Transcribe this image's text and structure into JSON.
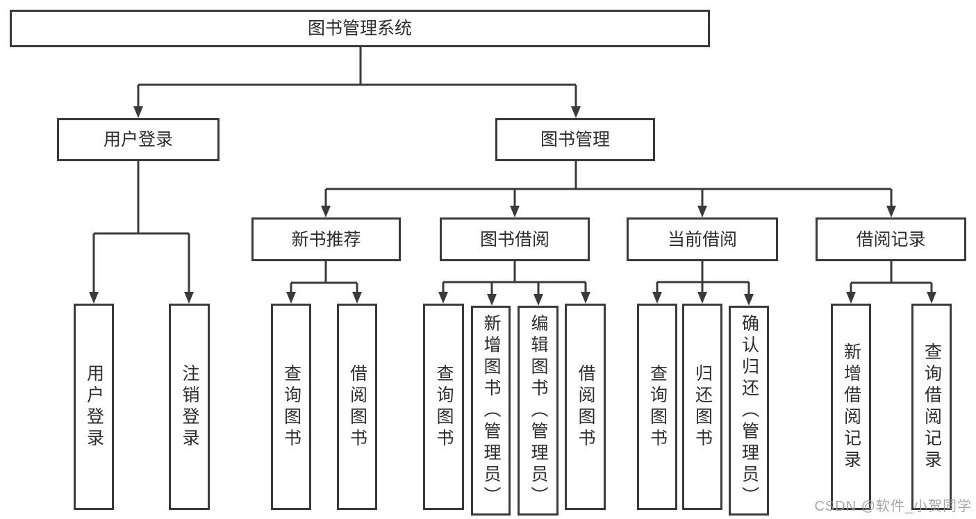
{
  "diagram": {
    "title": "图书管理系统",
    "root": {
      "label": "图书管理系统"
    },
    "level2": [
      {
        "label": "用户登录",
        "children": [
          {
            "label": "用户登录"
          },
          {
            "label": "注销登录"
          }
        ]
      },
      {
        "label": "图书管理",
        "children": [
          {
            "label": "新书推荐",
            "children": [
              {
                "label": "查询图书"
              },
              {
                "label": "借阅图书"
              }
            ]
          },
          {
            "label": "图书借阅",
            "children": [
              {
                "label": "查询图书"
              },
              {
                "label": "新增图书（管理员）"
              },
              {
                "label": "编辑图书（管理员）"
              },
              {
                "label": "借阅图书"
              }
            ]
          },
          {
            "label": "当前借阅",
            "children": [
              {
                "label": "查询图书"
              },
              {
                "label": "归还图书"
              },
              {
                "label": "确认归还（管理员）"
              }
            ]
          },
          {
            "label": "借阅记录",
            "children": [
              {
                "label": "新增借阅记录"
              },
              {
                "label": "查询借阅记录"
              }
            ]
          }
        ]
      }
    ]
  },
  "watermark": {
    "text": "CSDN @软件_小贺同学",
    "color": "#9e9e9e"
  },
  "colors": {
    "line": "#3a3a3a",
    "text": "#2d2d2d",
    "background": "#ffffff"
  }
}
